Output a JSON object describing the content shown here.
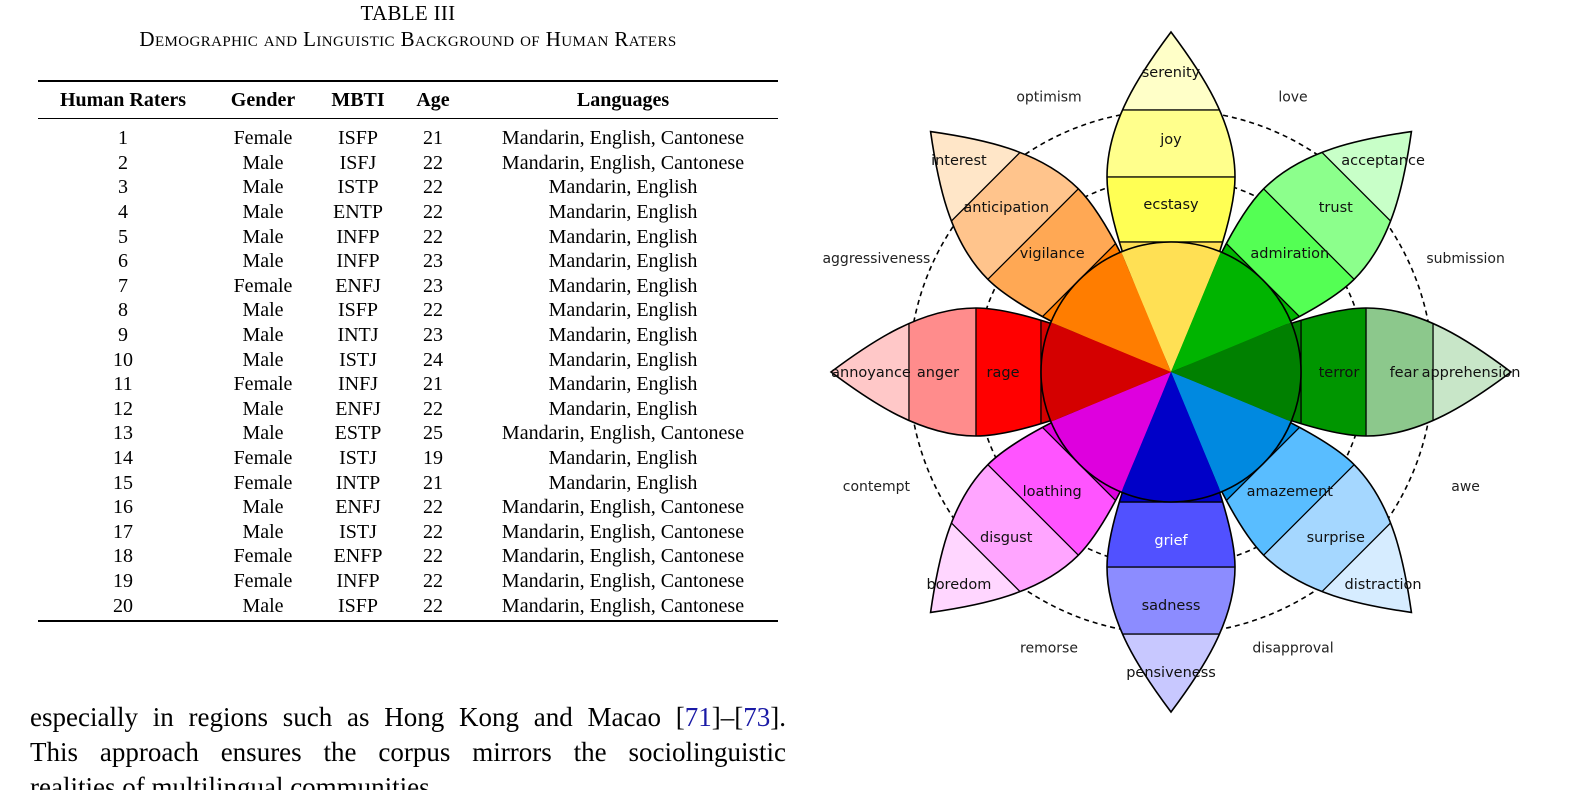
{
  "table": {
    "number": "TABLE III",
    "title": "Demographic and Linguistic Background of Human Raters",
    "headers": [
      "Human Raters",
      "Gender",
      "MBTI",
      "Age",
      "Languages"
    ],
    "rows": [
      [
        "1",
        "Female",
        "ISFP",
        "21",
        "Mandarin, English, Cantonese"
      ],
      [
        "2",
        "Male",
        "ISFJ",
        "22",
        "Mandarin, English, Cantonese"
      ],
      [
        "3",
        "Male",
        "ISTP",
        "22",
        "Mandarin, English"
      ],
      [
        "4",
        "Male",
        "ENTP",
        "22",
        "Mandarin, English"
      ],
      [
        "5",
        "Male",
        "INFP",
        "22",
        "Mandarin, English"
      ],
      [
        "6",
        "Male",
        "INFP",
        "23",
        "Mandarin, English"
      ],
      [
        "7",
        "Female",
        "ENFJ",
        "23",
        "Mandarin, English"
      ],
      [
        "8",
        "Male",
        "ISFP",
        "22",
        "Mandarin, English"
      ],
      [
        "9",
        "Male",
        "INTJ",
        "23",
        "Mandarin, English"
      ],
      [
        "10",
        "Male",
        "ISTJ",
        "24",
        "Mandarin, English"
      ],
      [
        "11",
        "Female",
        "INFJ",
        "21",
        "Mandarin, English"
      ],
      [
        "12",
        "Male",
        "ENFJ",
        "22",
        "Mandarin, English"
      ],
      [
        "13",
        "Male",
        "ESTP",
        "25",
        "Mandarin, English, Cantonese"
      ],
      [
        "14",
        "Female",
        "ISTJ",
        "19",
        "Mandarin, English"
      ],
      [
        "15",
        "Female",
        "INTP",
        "21",
        "Mandarin, English"
      ],
      [
        "16",
        "Male",
        "ENFJ",
        "22",
        "Mandarin, English, Cantonese"
      ],
      [
        "17",
        "Male",
        "ISTJ",
        "22",
        "Mandarin, English, Cantonese"
      ],
      [
        "18",
        "Female",
        "ENFP",
        "22",
        "Mandarin, English, Cantonese"
      ],
      [
        "19",
        "Female",
        "INFP",
        "22",
        "Mandarin, English, Cantonese"
      ],
      [
        "20",
        "Male",
        "ISFP",
        "22",
        "Mandarin, English, Cantonese"
      ]
    ]
  },
  "body_text": {
    "line1_pre": "especially in regions such as Hong Kong and Macao [",
    "cite1": "71",
    "dash": "]–[",
    "cite2": "73",
    "line1_post": "].",
    "line2": "This approach ensures the corpus mirrors the sociolinguistic",
    "line3_partial": "realities of multilingual communities."
  },
  "emotion_wheel": {
    "petals": [
      {
        "outer": "serenity",
        "middle": "joy",
        "inner": "ecstasy",
        "colors": [
          "#ffffc8",
          "#ffff8c",
          "#ffff54",
          "#ffe054"
        ]
      },
      {
        "outer": "acceptance",
        "middle": "trust",
        "inner": "admiration",
        "colors": [
          "#c8ffc8",
          "#8cff8c",
          "#54ff54",
          "#00b400"
        ]
      },
      {
        "outer": "apprehension",
        "middle": "fear",
        "inner": "terror",
        "colors": [
          "#c8e6c8",
          "#8cc88c",
          "#009600",
          "#008000"
        ]
      },
      {
        "outer": "distraction",
        "middle": "surprise",
        "inner": "amazement",
        "colors": [
          "#d6ecff",
          "#a5d7ff",
          "#59bdff",
          "#0089e0"
        ]
      },
      {
        "outer": "pensiveness",
        "middle": "sadness",
        "inner": "grief",
        "colors": [
          "#c8c8ff",
          "#8c8cff",
          "#5151ff",
          "#0000c8"
        ]
      },
      {
        "outer": "boredom",
        "middle": "disgust",
        "inner": "loathing",
        "colors": [
          "#ffd6ff",
          "#ffa5ff",
          "#ff54ff",
          "#de00de"
        ]
      },
      {
        "outer": "annoyance",
        "middle": "anger",
        "inner": "rage",
        "colors": [
          "#ffc8c8",
          "#ff8c8c",
          "#ff0000",
          "#d40000"
        ]
      },
      {
        "outer": "interest",
        "middle": "anticipation",
        "inner": "vigilance",
        "colors": [
          "#ffe6c8",
          "#ffc48c",
          "#ffa854",
          "#ff7d00"
        ]
      }
    ],
    "dyads": [
      "love",
      "submission",
      "awe",
      "disapproval",
      "remorse",
      "contempt",
      "aggressiveness",
      "optimism"
    ]
  }
}
